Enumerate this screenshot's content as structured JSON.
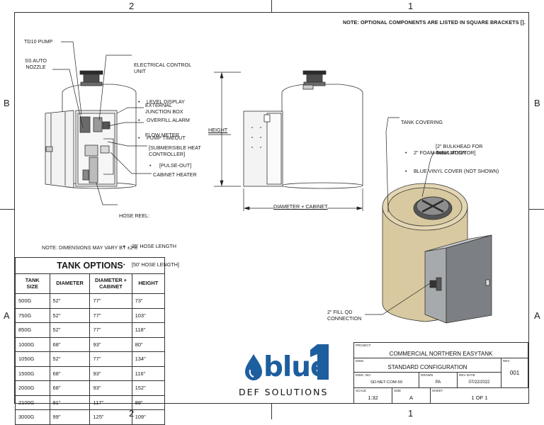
{
  "zones": {
    "top_left": "2",
    "top_right": "1",
    "bottom_left": "2",
    "bottom_right": "1",
    "left_upper": "B",
    "left_lower": "A",
    "right_upper": "B",
    "right_lower": "A"
  },
  "top_note": "NOTE: OPTIONAL COMPONENTS ARE LISTED IN SQUARE BRACKETS [].",
  "labels": {
    "td10_pump": "TD10 PUMP",
    "ss_auto_nozzle": "SS AUTO\nNOZZLE",
    "electrical_control": "ELECTRICAL CONTROL\nUNIT",
    "electrical_items": [
      "LEVEL DISPLAY",
      "OVERFILL ALARM",
      "PUMP TIMEOUT"
    ],
    "external_junction_box": "EXTERNAL\nJUNCTION BOX",
    "flow_meter": "FLOW METER",
    "flow_meter_items": [
      "[PULSE-OUT]"
    ],
    "submersible_heat": "[SUBMERSIBLE HEAT\nCONTROLLER]",
    "cabinet_heater": "CABINET HEATER",
    "hose_reel": "HOSE REEL:",
    "hose_reel_items": [
      "25' HOSE LENGTH",
      "[50' HOSE LENGTH]"
    ],
    "height": "HEIGHT",
    "diameter_cabinet": "DIAMETER + CABINET",
    "tank_covering": "TANK COVERING",
    "tank_covering_items": [
      "2\" FOAM INSULATION",
      "BLUE VINYL COVER (NOT SHOWN)"
    ],
    "bulkhead": "[2\" BULKHEAD FOR\nTANK MONITOR]",
    "fill_qd": "2\" FILL QD\nCONNECTION",
    "dimension_note": "NOTE: DIMENSIONS MAY VARY BY ±2%"
  },
  "tank_options": {
    "title": "TANK OPTIONS",
    "headers": [
      "TANK\nSIZE",
      "DIAMETER",
      "DIAMETER +\nCABINET",
      "HEIGHT"
    ],
    "rows": [
      [
        "500G",
        "52\"",
        "77\"",
        "73\""
      ],
      [
        "750G",
        "52\"",
        "77\"",
        "103\""
      ],
      [
        "850G",
        "52\"",
        "77\"",
        "118\""
      ],
      [
        "1000G",
        "68\"",
        "93\"",
        "80\""
      ],
      [
        "1050G",
        "52\"",
        "77\"",
        "134\""
      ],
      [
        "1500G",
        "68\"",
        "93\"",
        "116\""
      ],
      [
        "2000G",
        "68\"",
        "93\"",
        "152\""
      ],
      [
        "2100G",
        "91\"",
        "117\"",
        "89\""
      ],
      [
        "3000G",
        "99\"",
        "125\"",
        "109\""
      ]
    ]
  },
  "logo": {
    "word": "blue",
    "digit": "1",
    "tagline": "DEF SOLUTIONS",
    "color": "#1d5e9e"
  },
  "title_block": {
    "project_caption": "PROJECT",
    "project": "COMMERCIAL NORTHERN EASYTANK",
    "dwg_caption": "DWG.",
    "dwg": "STANDARD CONFIGURATION",
    "rev_caption": "REV",
    "rev": "001",
    "dwg_no_caption": "DWG. NO.",
    "dwg_no": "SD-NET-COM-50",
    "drawn_caption": "DRAWN",
    "drawn": "PA",
    "rev_date_caption": "REV DATE",
    "rev_date": "07/22/2022",
    "scale_caption": "SCALE",
    "scale": "1:32",
    "size_caption": "SIZE",
    "size": "A",
    "sheet_caption": "SHEET",
    "sheet": "1 OF 1"
  },
  "colors": {
    "tank_tan": "#d8c9a0",
    "cabinet_gray": "#8c8f92",
    "line": "#333333"
  }
}
